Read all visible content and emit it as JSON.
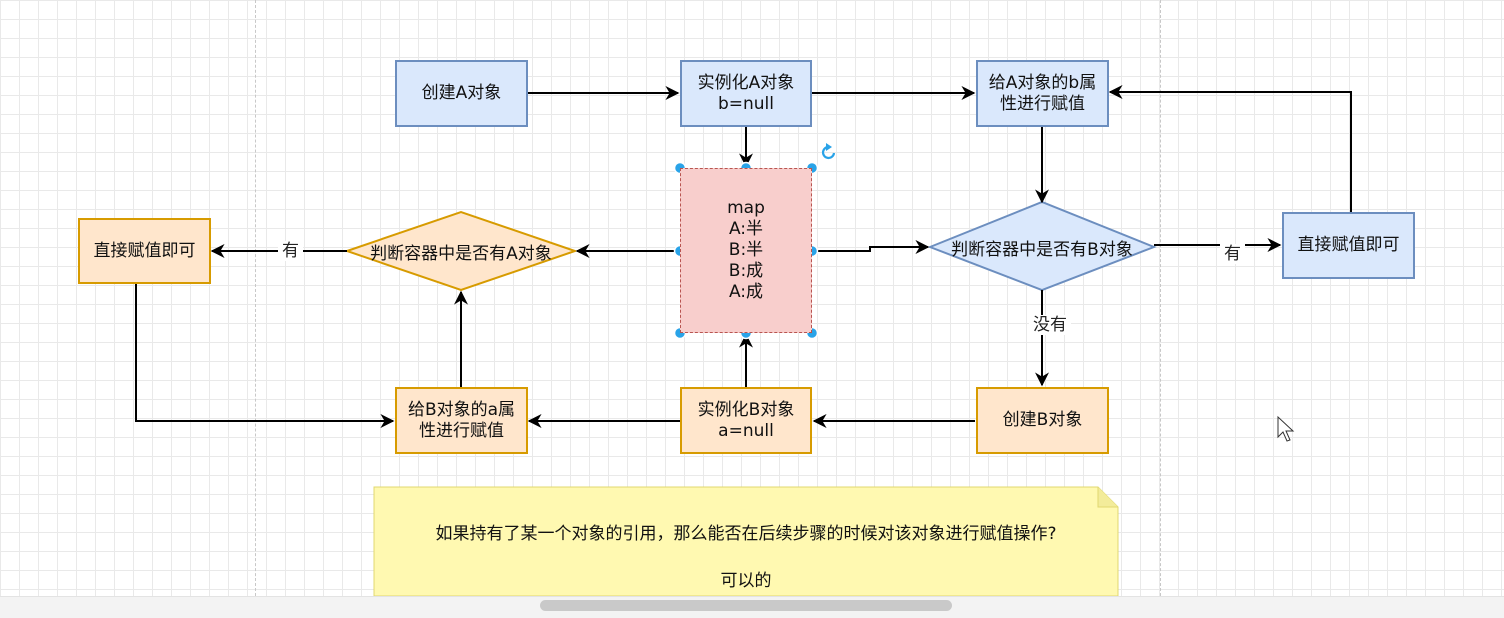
{
  "nodes": {
    "create_a": "创建A对象",
    "instantiate_a": "实例化A对象\nb=null",
    "assign_a_b": "给A对象的b属\n性进行赋值",
    "map": "map\nA:半\nB:半\nB:成\nA:成",
    "check_b": "判断容器中是否有B对象",
    "direct_assign_right": "直接赋值即可",
    "check_a": "判断容器中是否有A对象",
    "direct_assign_left": "直接赋值即可",
    "create_b": "创建B对象",
    "instantiate_b": "实例化B对象\na=null",
    "assign_b_a": "给B对象的a属\n性进行赋值"
  },
  "edge_labels": {
    "has_left": "有",
    "has_right": "有",
    "no": "没有"
  },
  "note": {
    "question": "如果持有了某一个对象的引用，那么能否在后续步骤的时候对该对象进行赋值操作?",
    "answer": "可以的"
  },
  "colors": {
    "blue_fill": "#dae8fc",
    "blue_stroke": "#6c8ebf",
    "orange_fill": "#ffe6cc",
    "orange_stroke": "#d79b00",
    "red_fill": "#f8cecc",
    "red_stroke": "#b85450",
    "note_fill": "#fff9b1",
    "selection_handle": "#29a3e8"
  }
}
